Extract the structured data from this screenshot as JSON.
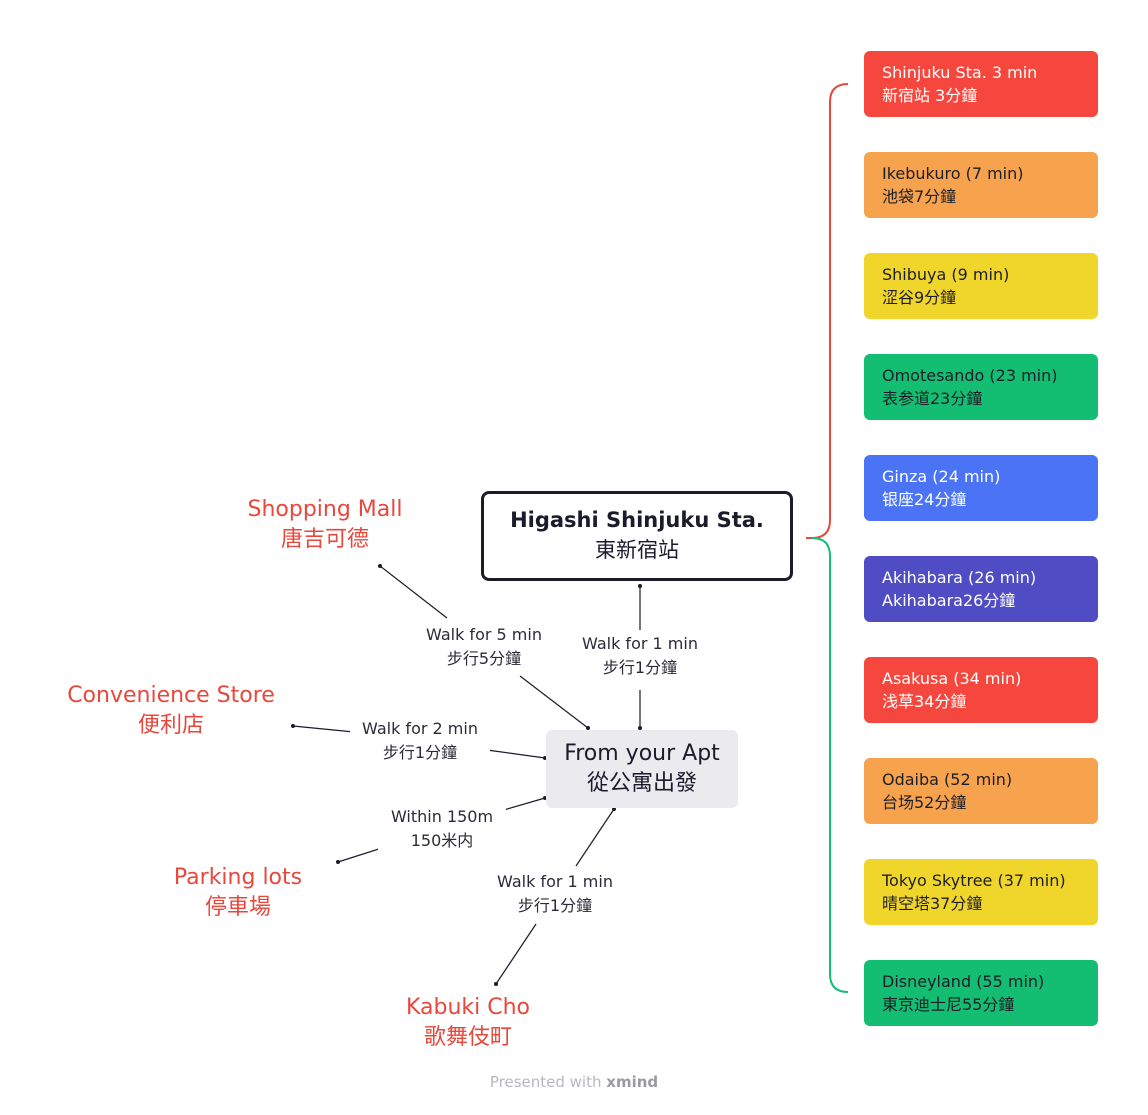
{
  "central": {
    "en": "Higashi Shinjuku Sta.",
    "zh": "東新宿站"
  },
  "origin": {
    "en": "From your Apt",
    "zh": "從公寓出發"
  },
  "destinations": {
    "mall": {
      "en": "Shopping Mall",
      "zh": "唐吉可德"
    },
    "store": {
      "en": "Convenience Store",
      "zh": "便利店"
    },
    "parking": {
      "en": "Parking lots",
      "zh": "停車場"
    },
    "kabuki": {
      "en": "Kabuki Cho",
      "zh": "歌舞伎町"
    }
  },
  "edge_labels": {
    "mall": {
      "en": "Walk for 5 min",
      "zh": "步行5分鐘"
    },
    "station": {
      "en": "Walk for 1 min",
      "zh": "步行1分鐘"
    },
    "store": {
      "en": "Walk for 2 min",
      "zh": "步行1分鐘"
    },
    "parking": {
      "en": "Within 150m",
      "zh": "150米内"
    },
    "kabuki": {
      "en": "Walk for 1 min",
      "zh": "步行1分鐘"
    }
  },
  "stations": [
    {
      "en": "Shinjuku Sta. 3 min",
      "zh": "新宿站 3分鐘",
      "color": "#f5473d",
      "text_color": "#ffffff"
    },
    {
      "en": "Ikebukuro (7 min)",
      "zh": "池袋7分鐘",
      "color": "#f7a24c",
      "text_color": "#1e1e28"
    },
    {
      "en": "Shibuya (9 min)",
      "zh": "涩谷9分鐘",
      "color": "#f0d52a",
      "text_color": "#1e1e28"
    },
    {
      "en": "Omotesando (23 min)",
      "zh": "表参道23分鐘",
      "color": "#13bd72",
      "text_color": "#1e1e28"
    },
    {
      "en": "Ginza (24 min)",
      "zh": "银座24分鐘",
      "color": "#4a74f5",
      "text_color": "#ffffff"
    },
    {
      "en": "Akihabara (26 min)",
      "zh": "Akihabara26分鐘",
      "color": "#4f4cc4",
      "text_color": "#ffffff"
    },
    {
      "en": "Asakusa (34 min)",
      "zh": "浅草34分鐘",
      "color": "#f5473d",
      "text_color": "#ffffff"
    },
    {
      "en": "Odaiba (52 min)",
      "zh": "台场52分鐘",
      "color": "#f7a24c",
      "text_color": "#1e1e28"
    },
    {
      "en": "Tokyo Skytree (37 min)",
      "zh": "晴空塔37分鐘",
      "color": "#f0d52a",
      "text_color": "#1e1e28"
    },
    {
      "en": "Disneyland (55 min)",
      "zh": "東京迪士尼55分鐘",
      "color": "#13bd72",
      "text_color": "#1e1e28"
    }
  ],
  "colors": {
    "bracket_upper": "#e8473c",
    "bracket_lower": "#13bd72",
    "destination_text": "#e8473c",
    "line": "#1b1b2b"
  },
  "footer": {
    "prefix": "Presented with",
    "brand": "xmind"
  }
}
